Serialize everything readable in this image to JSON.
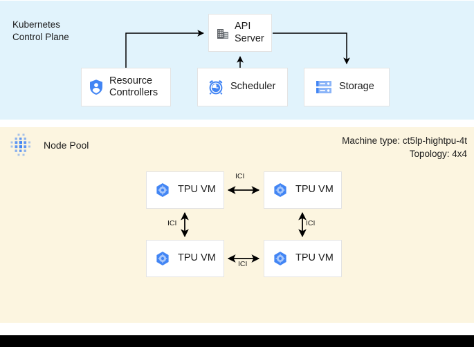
{
  "control_plane": {
    "title": "Kubernetes\nControl Plane",
    "background": "#e1f3fc",
    "boxes": [
      {
        "id": "api-server",
        "label": "API\nServer",
        "icon": "building-icon"
      },
      {
        "id": "resource-controllers",
        "label": "Resource\nControllers",
        "icon": "shield-person-icon"
      },
      {
        "id": "scheduler",
        "label": "Scheduler",
        "icon": "alarm-clock-icon"
      },
      {
        "id": "storage",
        "label": "Storage",
        "icon": "server-stack-icon"
      }
    ],
    "edges": [
      {
        "from": "resource-controllers",
        "to": "api-server",
        "direction": "one-way"
      },
      {
        "from": "scheduler",
        "to": "api-server",
        "direction": "one-way"
      },
      {
        "from": "api-server",
        "to": "storage",
        "direction": "one-way"
      }
    ]
  },
  "node_pool": {
    "title": "Node Pool",
    "icon": "node-pool-dots-icon",
    "background": "#fcf5e0",
    "machine_type": "Machine type: ct5lp-hightpu-4t",
    "topology": "Topology: 4x4",
    "vms": [
      {
        "id": "tpu-vm-1",
        "label": "TPU VM",
        "icon": "tpu-hex-icon"
      },
      {
        "id": "tpu-vm-2",
        "label": "TPU VM",
        "icon": "tpu-hex-icon"
      },
      {
        "id": "tpu-vm-3",
        "label": "TPU VM",
        "icon": "tpu-hex-icon"
      },
      {
        "id": "tpu-vm-4",
        "label": "TPU VM",
        "icon": "tpu-hex-icon"
      }
    ],
    "interconnects": [
      {
        "id": "ici-top",
        "label": "ICI",
        "between": [
          "tpu-vm-1",
          "tpu-vm-2"
        ],
        "direction": "bidirectional"
      },
      {
        "id": "ici-right",
        "label": "ICI",
        "between": [
          "tpu-vm-2",
          "tpu-vm-4"
        ],
        "direction": "bidirectional"
      },
      {
        "id": "ici-bottom",
        "label": "ICI",
        "between": [
          "tpu-vm-3",
          "tpu-vm-4"
        ],
        "direction": "bidirectional"
      },
      {
        "id": "ici-left",
        "label": "ICI",
        "between": [
          "tpu-vm-1",
          "tpu-vm-3"
        ],
        "direction": "bidirectional"
      }
    ]
  },
  "colors": {
    "control_plane_bg": "#e1f3fc",
    "node_pool_bg": "#fcf5e0",
    "accent_blue": "#4285f4",
    "icon_blue_light": "#8ab4f8",
    "box_bg": "#ffffff",
    "box_border": "#e3e3e3",
    "text": "#1b1b1b",
    "arrow": "#000000",
    "bottom_bar": "#000000"
  }
}
